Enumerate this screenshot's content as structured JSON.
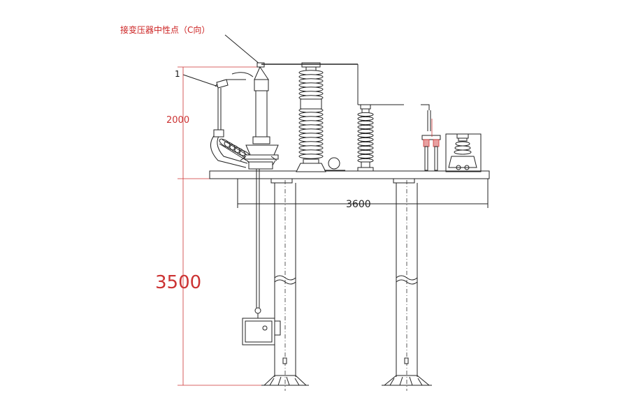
{
  "labels": {
    "neutral_note": "接变压器中性点（C向）",
    "callout_1": "1"
  },
  "dimensions": {
    "height_upper": "2000",
    "height_total": "3500",
    "width_platform": "3600"
  },
  "colors": {
    "line": "#222222",
    "dimension": "#cc3333",
    "background": "#ffffff"
  }
}
